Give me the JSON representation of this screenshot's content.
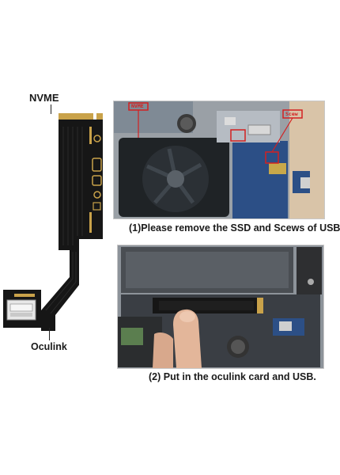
{
  "labels": {
    "nvme": "NVME",
    "oculink": "Oculink"
  },
  "photo1": {
    "callout_nvme": "NVME",
    "callout_screw": "Scew",
    "caption": "(1)Please remove the SSD and Scews of USB"
  },
  "photo2": {
    "caption": "(2) Put in the oculink card and USB."
  },
  "colors": {
    "pcb": "#161616",
    "gold": "#c9a24a",
    "callout_red": "#d42020",
    "laptop_blue": "#2c4f86",
    "chassis": "#9aa0a6"
  }
}
